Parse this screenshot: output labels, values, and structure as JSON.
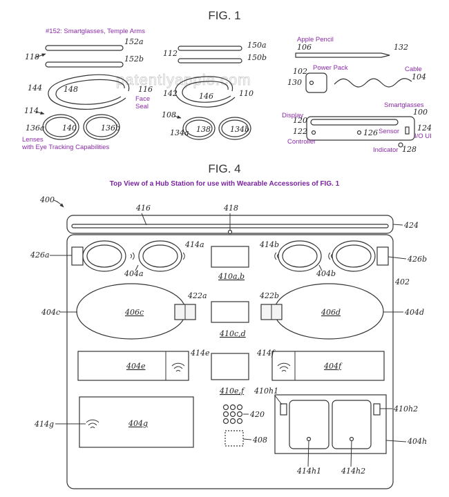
{
  "figures": {
    "fig1_title": "FIG. 1",
    "fig4_title": "FIG. 4",
    "fig4_caption": "Top View of a Hub Station for use with Wearable Accessories of FIG. 1"
  },
  "watermark": "patentlyapple.com",
  "fig1": {
    "annotations": {
      "temple_arms": "#152: Smartglasses, Temple Arms",
      "face_seal": "Face\nSeal",
      "lenses": "Lenses\nwith Eye Tracking Capabilities",
      "apple_pencil": "Apple Pencil",
      "power_pack": "Power Pack",
      "cable": "Cable",
      "display": "Display",
      "smartglasses": "Smartglasses",
      "sensor": "Sensor",
      "io_ui": "I/O UI",
      "controller": "Controller",
      "indicator": "Indicator"
    },
    "refs": {
      "r152a": "152a",
      "r152b": "152b",
      "r118": "118",
      "r144": "144",
      "r148": "148",
      "r116": "116",
      "r114": "114",
      "r136a": "136a",
      "r140": "140",
      "r136b": "136b",
      "r150a": "150a",
      "r150b": "150b",
      "r112": "112",
      "r142": "142",
      "r146": "146",
      "r110": "110",
      "r108": "108",
      "r134a": "134a",
      "r138": "138",
      "r134b": "134b",
      "r106": "106",
      "r132": "132",
      "r102": "102",
      "r130": "130",
      "r104": "104",
      "r100": "100",
      "r120": "120",
      "r122": "122",
      "r126": "126",
      "r124": "124",
      "r128": "128"
    }
  },
  "fig4": {
    "refs": {
      "r400": "400",
      "r416": "416",
      "r418": "418",
      "r424": "424",
      "r402": "402",
      "r426a": "426a",
      "r426b": "426b",
      "r414a": "414a",
      "r414b": "414b",
      "r404a": "404a",
      "r404b": "404b",
      "r410ab": "410a,b",
      "r404c": "404c",
      "r404d": "404d",
      "r406c": "406c",
      "r406d": "406d",
      "r422a": "422a",
      "r422b": "422b",
      "r410cd": "410c,d",
      "r404e": "404e",
      "r404f": "404f",
      "r414e": "414e",
      "r414f": "414f",
      "r410ef": "410e,f",
      "r410h1": "410h1",
      "r410h2": "410h2",
      "r414g": "414g",
      "r404g": "404g",
      "r420": "420",
      "r408": "408",
      "r404h": "404h",
      "r414h1": "414h1",
      "r414h2": "414h2"
    }
  }
}
